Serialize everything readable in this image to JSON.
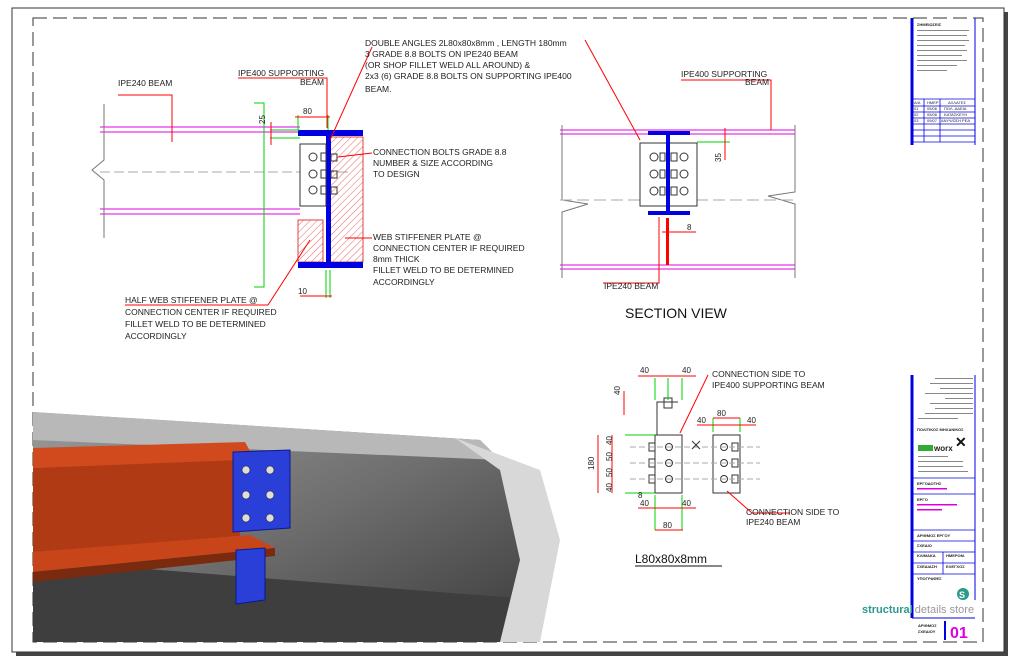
{
  "detail": {
    "ipe240_beam": "IPE240 BEAM",
    "supporting_beam": [
      "IPE400 SUPPORTING",
      "BEAM"
    ],
    "double_angles": [
      "DOUBLE ANGLES 2L80x80x8mm , LENGTH 180mm",
      "3 GRADE 8.8 BOLTS ON IPE240 BEAM",
      "(OR SHOP FILLET WELD ALL AROUND) &",
      "2x3 (6) GRADE 8.8 BOLTS ON SUPPORTING IPE400",
      "BEAM."
    ],
    "connection_bolts": [
      "CONNECTION BOLTS GRADE 8.8",
      "NUMBER & SIZE ACCORDING",
      "TO DESIGN"
    ],
    "web_stiffener": [
      "WEB STIFFENER PLATE @",
      "CONNECTION CENTER IF REQUIRED",
      "8mm THICK",
      "FILLET WELD TO BE DETERMINED",
      "ACCORDINGLY"
    ],
    "half_web_stiffener": [
      "HALF WEB STIFFENER PLATE @",
      "CONNECTION CENTER IF REQUIRED",
      "FILLET WELD TO BE DETERMINED",
      "ACCORDINGLY"
    ],
    "dims": {
      "d80": "80",
      "d25": "25",
      "d10": "10"
    }
  },
  "section": {
    "title": "SECTION VIEW",
    "supporting_beam": [
      "IPE400 SUPPORTING",
      "BEAM"
    ],
    "ipe240_beam": "IPE240 BEAM",
    "dims": {
      "d35": "35",
      "d8": "8"
    }
  },
  "angle_detail": {
    "title": "L80x80x8mm",
    "side_ipe400": [
      "CONNECTION SIDE TO",
      "IPE400 SUPPORTING BEAM"
    ],
    "side_ipe240": [
      "CONNECTION SIDE TO",
      "IPE240 BEAM"
    ],
    "dims": {
      "d40": "40",
      "d50": "50",
      "d80": "80",
      "d180": "180",
      "d8": "8"
    }
  },
  "title_block": {
    "notes_heading": "ΣΗΜΕΙΩΣΕΙΣ",
    "revisions_header": [
      "Α/Α",
      "ΗΜΕΡ",
      "ΑΛΛΑΓΕΣ"
    ],
    "revisions": [
      [
        "01",
        "05/06",
        "ΠΟΛ. ΑΔΕΙΑ"
      ],
      [
        "02",
        "05/06",
        "ΚΑΤΑΣΚΕΥΗ"
      ],
      [
        "03",
        "09/07",
        "ΑΝΥΨΩΣΗ ΡΕΑ"
      ]
    ],
    "engineer_label": "ΠΟΛΙΤΙΚΟΣ ΜΗΧΑΝΙΚΟΣ",
    "logo_text": "worx",
    "client_label": "ΕΡΓΟΔΟΤΗΣ",
    "project_label": "ΕΡΓΟ",
    "project_number_label": "ΑΡΙΘΜΟΣ ΕΡΓΟΥ",
    "drawing_label": "ΣΧΕΔΙΟ",
    "scale_label": "ΚΛΙΜΑΚΑ",
    "date_label": "ΗΜΕΡΟΜ.",
    "design_label": "ΣΧΕΔΙΑΣΗ",
    "check_label": "ΕΛΕΓΧΟΣ",
    "signatures_label": "ΥΠΟΓΡΑΦΕΣ",
    "brand_bold": "structural",
    "brand_rest": "details store",
    "drawing_number_label": [
      "ΑΡΙΘΜΟΣ",
      "ΣΧΕΔΙΟΥ"
    ],
    "drawing_number": "01"
  },
  "colors": {
    "blue": "#0000e0",
    "magenta": "#e000e0",
    "red": "#ff0000",
    "green": "#00d000",
    "render_red": "#c8401a"
  }
}
